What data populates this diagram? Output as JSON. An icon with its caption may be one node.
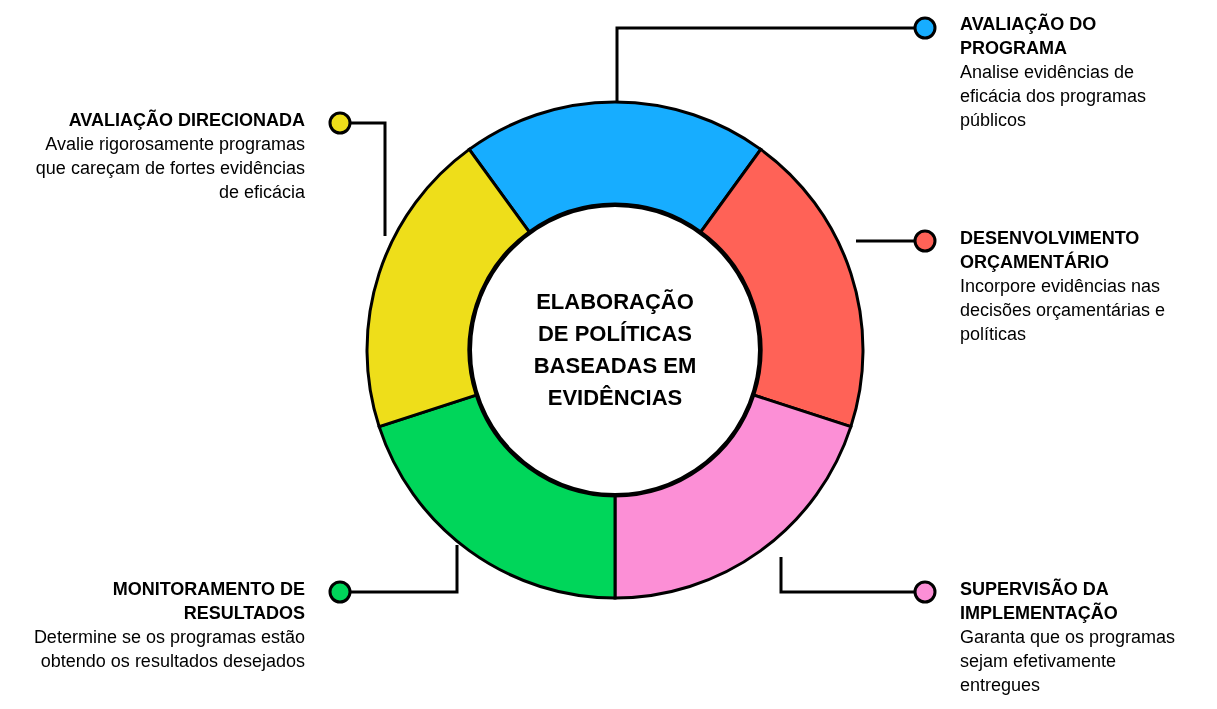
{
  "diagram": {
    "nodes": [
      {
        "text": [
          "ELABORAÇÃO DE POLÍTICAS BASEADAS EM EVIDÊNCIAS"
        ]
      },
      {
        "text": [],
        "shape": "segment"
      },
      {
        "text": [],
        "shape": "segment"
      },
      {
        "text": [],
        "shape": "segment"
      },
      {
        "text": [],
        "shape": "segment"
      },
      {
        "text": [],
        "shape": "segment"
      },
      {
        "text": [],
        "shape": "circle",
        "beside": [
          "AVALIAÇÃO DO PROGRAMA",
          "Analise evidências de eficácia dos programas públicos"
        ]
      },
      {
        "text": [],
        "shape": "circle",
        "beside": [
          "AVALIAÇÃO DIRECIONADA",
          "Avalie rigorosamente programas que careçam de fortes evidências de eficácia"
        ]
      },
      {
        "text": [],
        "shape": "circle",
        "beside": [
          "DESENVOLVIMENTO ORÇAMENTÁRIO",
          "Incorpore evidências nas decisões orçamentárias e políticas"
        ]
      },
      {
        "text": [],
        "shape": "circle",
        "beside": [
          "MONITORAMENTO DE RESULTADOS",
          "Determine se os programas estão obtendo os resultados desejados"
        ]
      },
      {
        "text": [],
        "shape": "circle",
        "beside": [
          "SUPERVISÃO DA IMPLEMENTAÇÃO",
          "Garanta que os programas sejam efetivamente entregues"
        ]
      }
    ],
    "edges": [
      {
        "from": 1,
        "to": 6,
        "arrow": "none"
      },
      {
        "from": 5,
        "to": 7,
        "arrow": "none"
      },
      {
        "from": 2,
        "to": 8,
        "arrow": "none"
      },
      {
        "from": 4,
        "to": 9,
        "arrow": "none"
      },
      {
        "from": 3,
        "to": 10,
        "arrow": "none"
      }
    ]
  }
}
